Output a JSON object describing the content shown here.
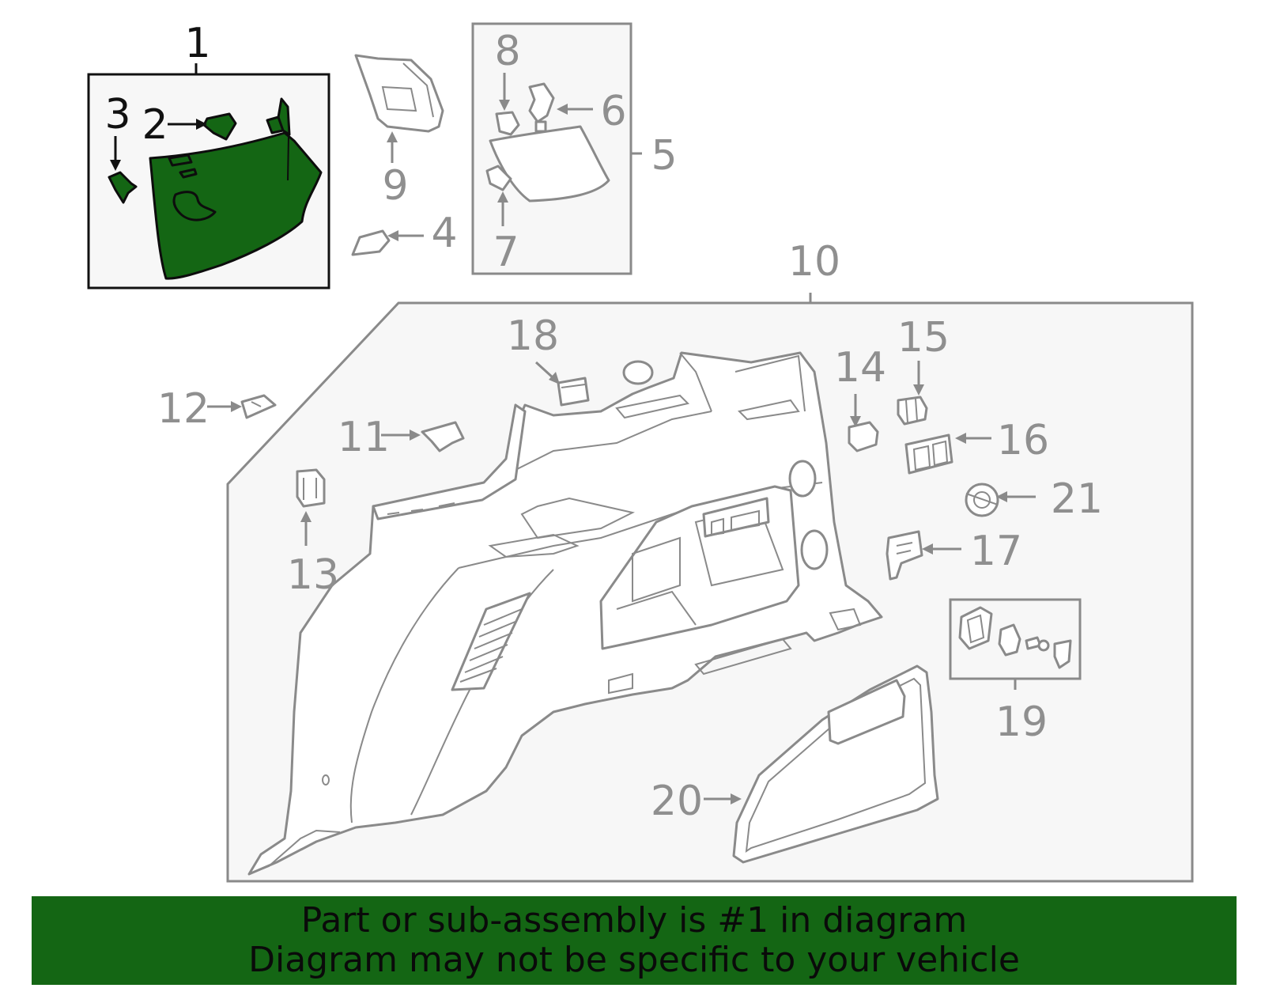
{
  "callouts": {
    "c1": "1",
    "c2": "2",
    "c3": "3",
    "c4": "4",
    "c5": "5",
    "c6": "6",
    "c7": "7",
    "c8": "8",
    "c9": "9",
    "c10": "10",
    "c11": "11",
    "c12": "12",
    "c13": "13",
    "c14": "14",
    "c15": "15",
    "c16": "16",
    "c17": "17",
    "c18": "18",
    "c19": "19",
    "c20": "20",
    "c21": "21"
  },
  "banner": {
    "line1": "Part or sub-assembly is #1 in diagram",
    "line2": "Diagram may not be specific to your vehicle"
  },
  "colors": {
    "highlight": "#146614",
    "line": "#8a8a8a",
    "panel_bg": "#f7f7f7"
  }
}
